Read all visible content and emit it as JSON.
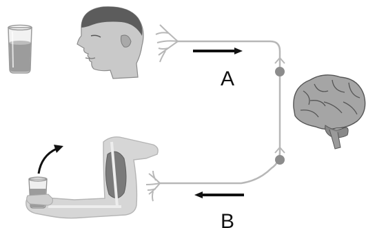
{
  "diagram": {
    "labels": {
      "a": "A",
      "b": "B"
    },
    "icons": [
      "glass-of-water",
      "human-head",
      "human-brain",
      "arm-holding-glass"
    ],
    "colors": {
      "pathway": "#b7b7b7",
      "synapse": "#8c8c8c",
      "arrow": "#111111",
      "skin": "#d6d6d6",
      "muscle": "#7a7a7a"
    }
  }
}
